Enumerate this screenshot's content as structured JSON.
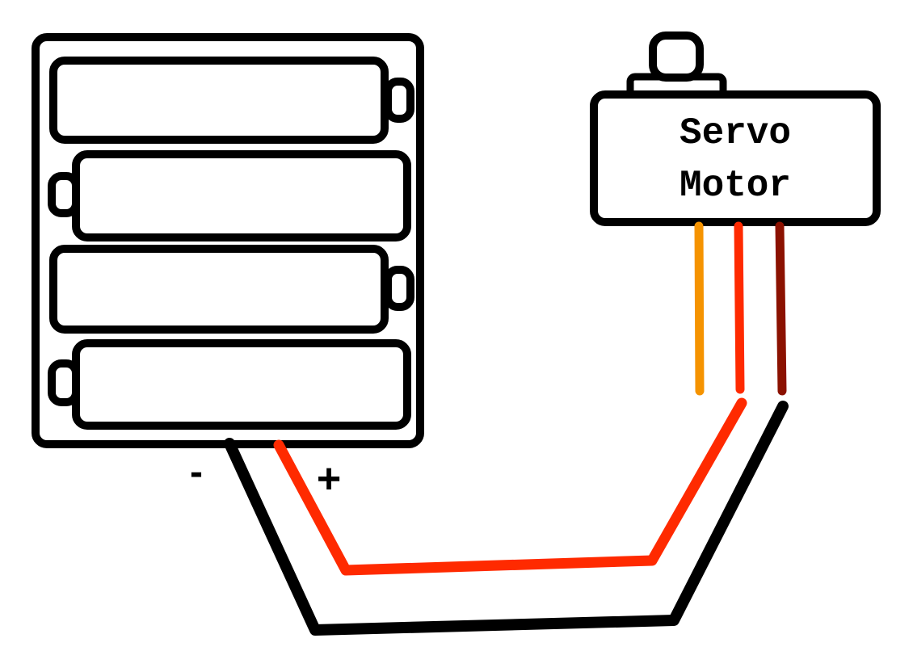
{
  "servo": {
    "label_line1": "Servo",
    "label_line2": "Motor"
  },
  "battery": {
    "cell_count": 4,
    "negative_label": "-",
    "positive_label": "+"
  },
  "colors": {
    "outline": "#000000",
    "signal_wire": "#f59300",
    "power_wire": "#ff2a00",
    "ground_wire_servo": "#8b1100",
    "ground_wire": "#000000",
    "background": "#ffffff"
  }
}
